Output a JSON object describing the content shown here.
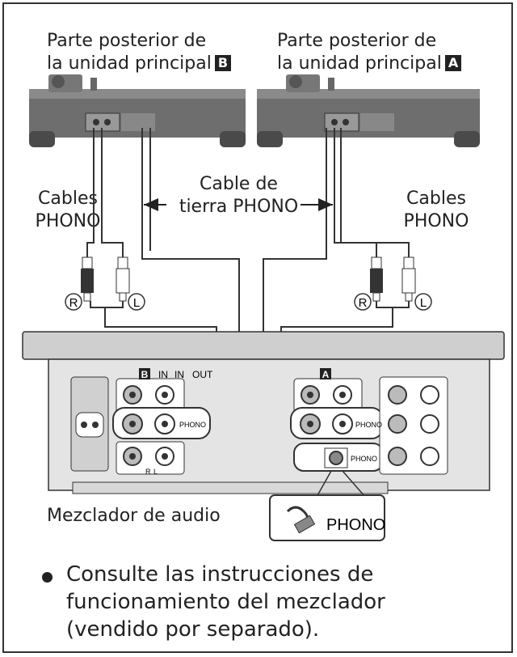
{
  "turntable_b": {
    "line1": "Parte posterior de",
    "line2": "la unidad principal",
    "badge": "B"
  },
  "turntable_a": {
    "line1": "Parte posterior de",
    "line2": "la unidad principal",
    "badge": "A"
  },
  "cables_left": {
    "line1": "Cables",
    "line2": "PHONO"
  },
  "cables_right": {
    "line1": "Cables",
    "line2": "PHONO"
  },
  "ground_cable": {
    "line1": "Cable de",
    "line2": "tierra PHONO"
  },
  "plug_marks": {
    "right": "R",
    "left": "L"
  },
  "mixer": {
    "label": "Mezclador de audio",
    "badge_b": "B",
    "badge_a": "A",
    "col_in1": "IN",
    "col_in2": "IN",
    "col_out": "OUT",
    "phono_b": "PHONO",
    "phono_a": "PHONO",
    "phono_gnd": "PHONO",
    "mark_r": "R",
    "mark_l": "L"
  },
  "callout": {
    "label": "PHONO"
  },
  "note": {
    "line1": "Consulte las instrucciones de",
    "line2": "funcionamiento del mezclador",
    "line3": "(vendido por separado)."
  }
}
